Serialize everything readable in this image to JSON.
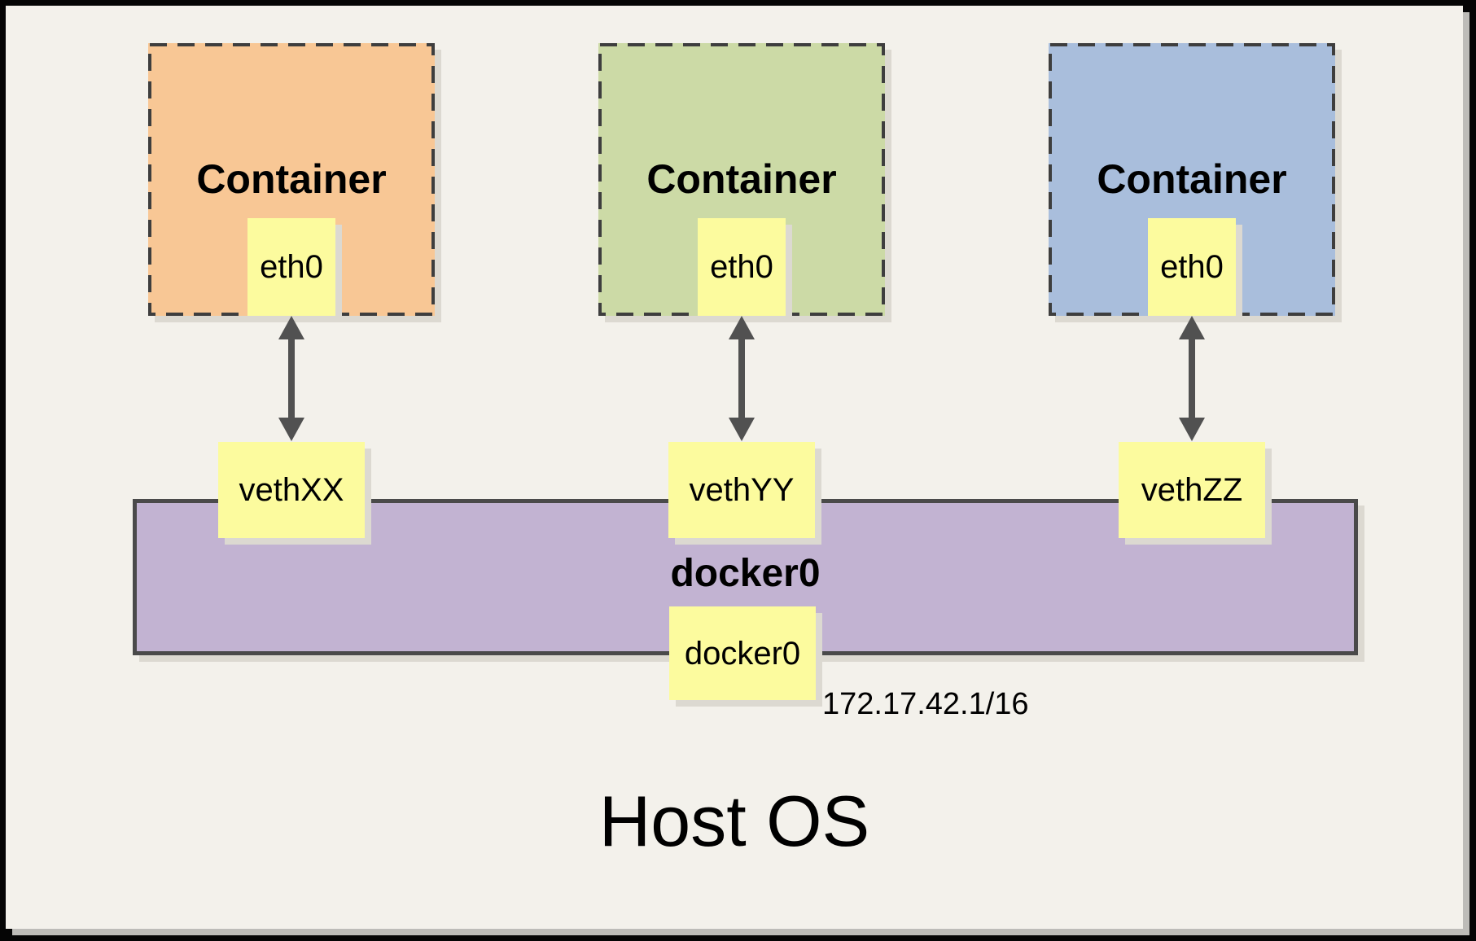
{
  "diagram": {
    "host_label": "Host OS",
    "bridge": {
      "name_label": "docker0",
      "interface_label": "docker0",
      "ip": "172.17.42.1/16",
      "fill": "#C2B3D2"
    },
    "containers": [
      {
        "title": "Container",
        "interface_label": "eth0",
        "veth_label": "vethXX",
        "fill": "#F8C795"
      },
      {
        "title": "Container",
        "interface_label": "eth0",
        "veth_label": "vethYY",
        "fill": "#CCDAA6"
      },
      {
        "title": "Container",
        "interface_label": "eth0",
        "veth_label": "vethZZ",
        "fill": "#A9BEDC"
      }
    ],
    "colors": {
      "page_background": "#F3F1EB",
      "note_yellow": "#FCFB9E",
      "dashed_border": "#3E3E3E",
      "bridge_border": "#4A4A4A",
      "arrow": "#515151",
      "frame": "#050505"
    }
  }
}
